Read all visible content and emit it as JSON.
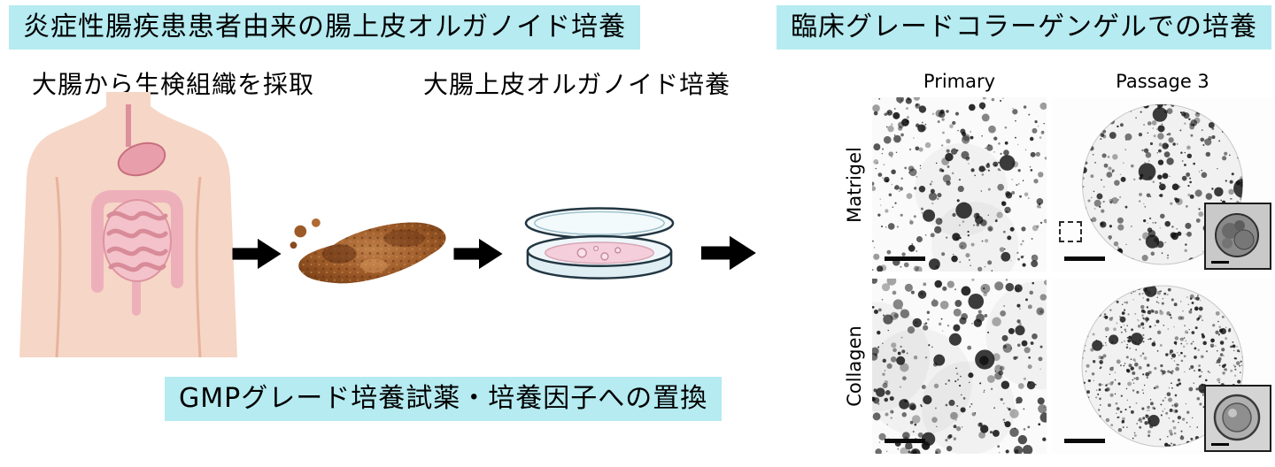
{
  "figure": {
    "banner_top_left": "炎症性腸疾患患者由来の腸上皮オルガノイド培養",
    "banner_top_right": "臨床グレードコラーゲンゲルでの培養",
    "banner_bottom": "GMPグレード培養試薬・培養因子への置換"
  },
  "workflow": {
    "step1_label": "大腸から生検組織を採取",
    "step2_label": "大腸上皮オルガノイド培養"
  },
  "micrographs": {
    "col_headers": [
      "Primary",
      "Passage 3"
    ],
    "row_labels": [
      "Matrigel",
      "Collagen"
    ]
  },
  "colors": {
    "banner_bg": "#b5ebf1",
    "arrow": "#000000",
    "skin": "#f6d6c6",
    "organ_pink": "#f3c2ca",
    "media_pink": "#f4cfdb",
    "biopsy_brown": "#a05a2c"
  }
}
